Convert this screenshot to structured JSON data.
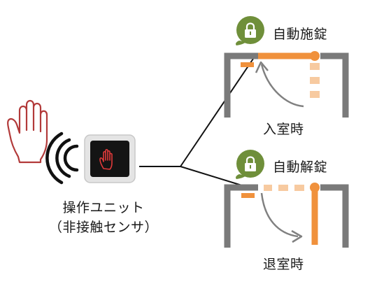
{
  "unit": {
    "name": "操作ユニット",
    "sensor": "（非接触センサ）"
  },
  "lock_event": {
    "label": "自動施錠",
    "trigger": "入室時",
    "icon": "padlock-icon"
  },
  "unlock_event": {
    "label": "自動解錠",
    "trigger": "退室時",
    "icon": "padlock-icon"
  },
  "colors": {
    "hand_outline": "#b23a3a",
    "wall_gray": "#7a7a7a",
    "door_orange": "#f0913c",
    "door_light": "#f7caa0",
    "badge_green": "#6f8f3a",
    "arrow_gray": "#808080",
    "connector": "#111111"
  }
}
